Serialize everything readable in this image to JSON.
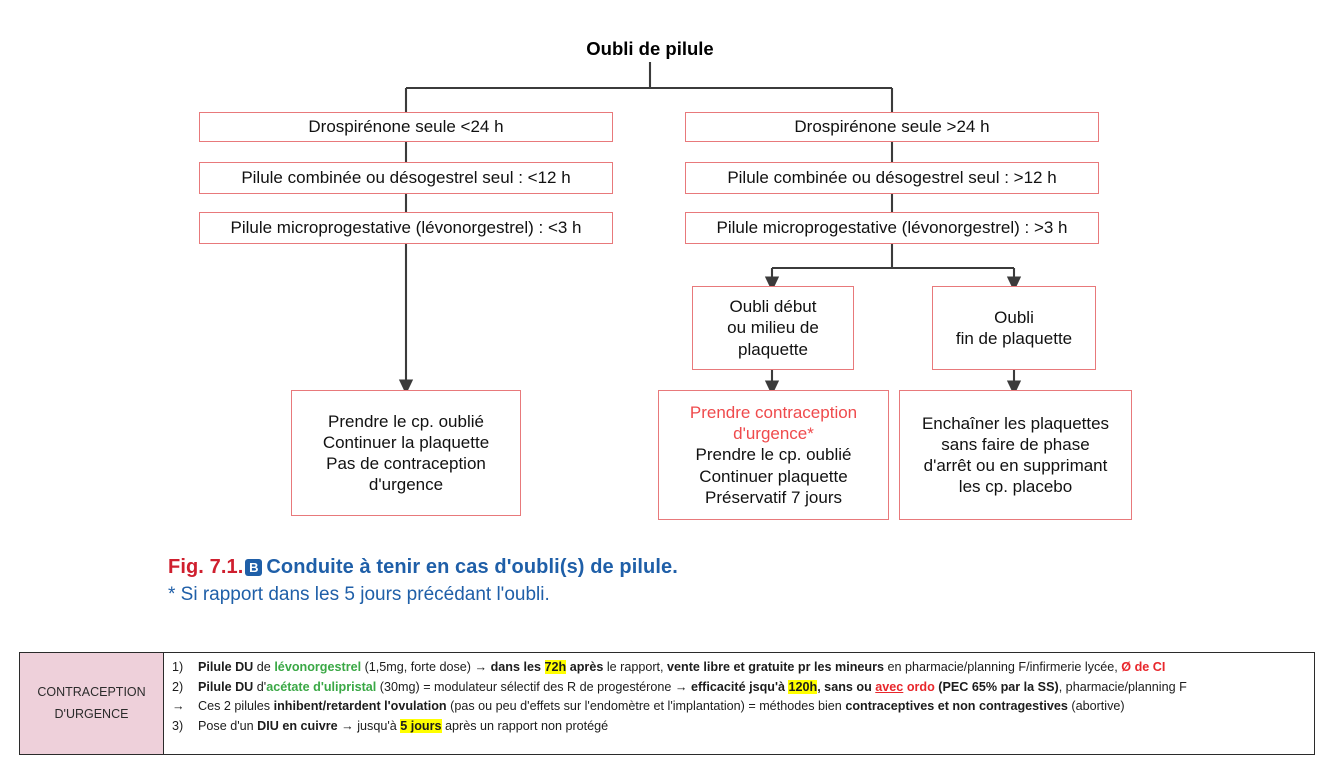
{
  "figure": {
    "root": "Oubli de pilule",
    "left_branch": [
      "Drospirénone seule <24 h",
      "Pilule combinée ou désogestrel seul : <12 h",
      "Pilule microprogestative (lévonorgestrel) : <3 h"
    ],
    "right_branch": [
      "Drospirénone seule >24 h",
      "Pilule combinée ou désogestrel seul : >12 h",
      "Pilule microprogestative (lévonorgestrel) : >3 h"
    ],
    "mid_left": [
      "Oubli début",
      "ou milieu de",
      "plaquette"
    ],
    "mid_right": [
      "Oubli",
      "fin de plaquette"
    ],
    "outcome_left": [
      "Prendre le cp. oublié",
      "Continuer la plaquette",
      "Pas de contraception",
      "d'urgence"
    ],
    "outcome_mid_red": [
      "Prendre contraception",
      "d'urgence*"
    ],
    "outcome_mid_black": [
      "Prendre le cp. oublié",
      "Continuer plaquette",
      "Préservatif 7 jours"
    ],
    "outcome_right": [
      "Enchaîner les plaquettes",
      "sans faire de phase",
      "d'arrêt ou en supprimant",
      "les cp. placebo"
    ]
  },
  "caption": {
    "fig_number": "Fig. 7.1.",
    "badge": "B",
    "title": "Conduite à tenir en cas d'oubli(s) de pilule.",
    "footnote": "* Si rapport dans les 5 jours précédant l'oubli."
  },
  "table": {
    "row_label_line1": "CONTRACEPTION",
    "row_label_line2": "D'URGENCE",
    "items": [
      {
        "marker": "1)",
        "text": "Pilule DU de lévonorgestrel (1,5mg, forte dose) → dans les 72h après le rapport, vente libre et gratuite pr les mineurs en pharmacie/planning F/infirmerie lycée, Ø de CI"
      },
      {
        "marker": "2)",
        "text": "Pilule DU d'acétate d'ulipristal (30mg) = modulateur sélectif des R de progestérone → efficacité jsqu'à 120h, sans ou avec ordo (PEC 65% par la SS), pharmacie/planning F"
      },
      {
        "marker": "→",
        "text": "Ces 2 pilules inhibent/retardent l'ovulation (pas ou peu d'effets sur l'endomètre et l'implantation) = méthodes bien contraceptives et non contragestives (abortive)"
      },
      {
        "marker": "3)",
        "text": "Pose d'un DIU en cuivre → jusqu'à 5 jours après un rapport non protégé"
      }
    ]
  },
  "colors": {
    "box_border": "#e8797b",
    "accent_red": "#ef4a4c",
    "caption_blue": "#1f5fa8",
    "fig_red": "#cf1f2e",
    "label_pink": "#eed0da",
    "highlight_yellow": "#ffff00",
    "green": "#3aa845"
  }
}
